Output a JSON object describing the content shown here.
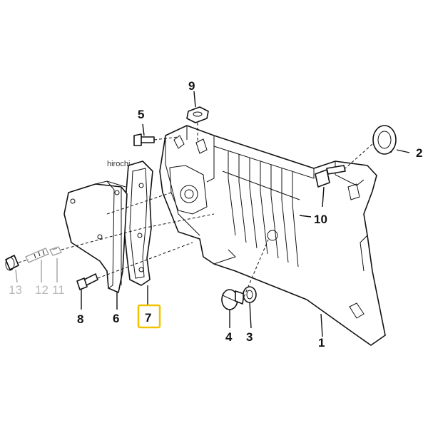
{
  "watermark": "hirochi",
  "highlighted_part": "7",
  "labels": {
    "p1": "1",
    "p2": "2",
    "p3": "3",
    "p4": "4",
    "p5": "5",
    "p6": "6",
    "p7": "7",
    "p8": "8",
    "p9": "9",
    "p10": "10",
    "p11": "11",
    "p12": "12",
    "p13": "13"
  },
  "colors": {
    "highlight": "#f2c200",
    "line": "#111111",
    "faded_label": "#b8b8b8"
  }
}
